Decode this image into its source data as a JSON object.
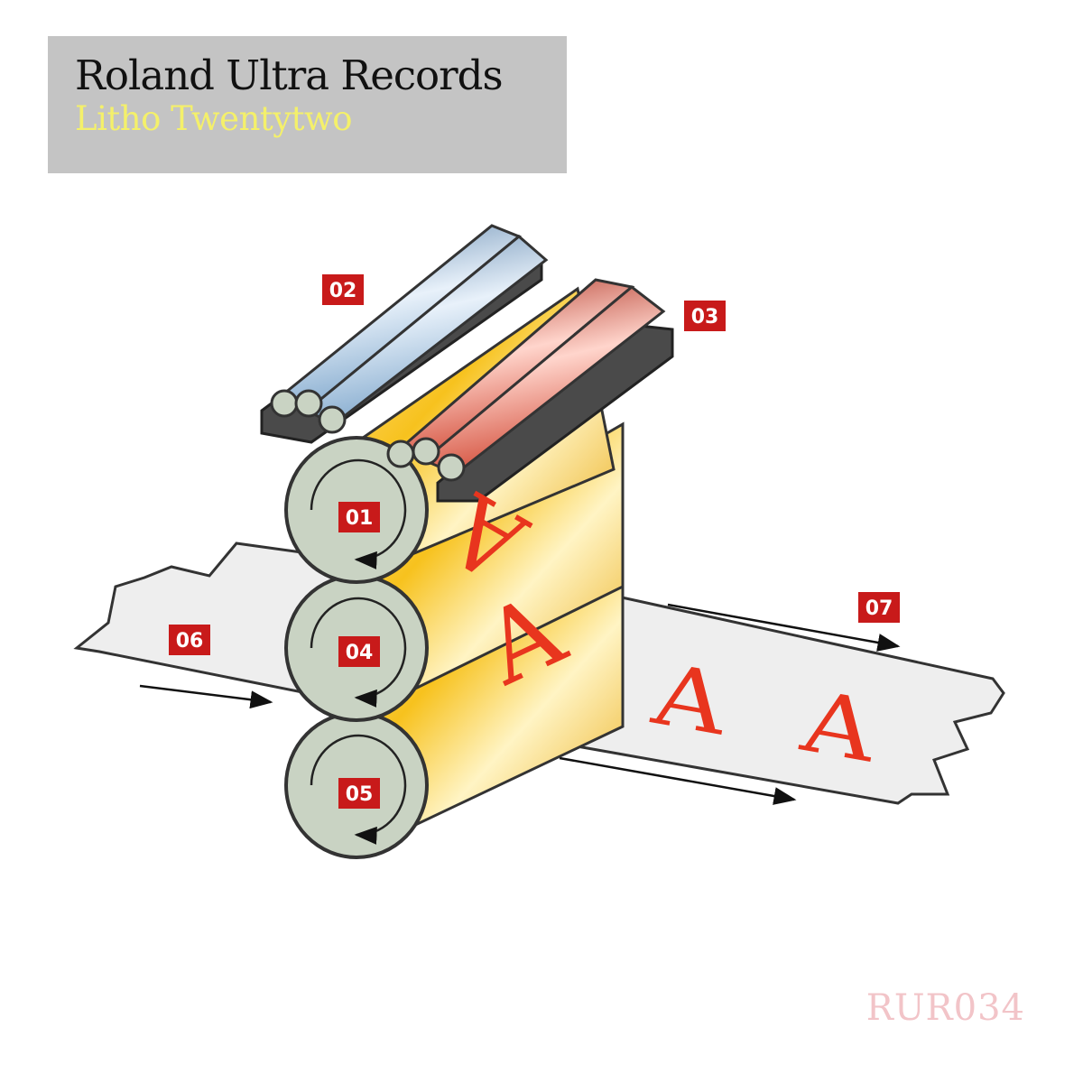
{
  "cover": {
    "artist": "Roland Ultra Records",
    "album": "Litho Twentytwo",
    "catalog_number": "RUR034"
  },
  "diagram": {
    "labels": {
      "cylinder_plate": "01",
      "dampening_rollers": "02",
      "ink_rollers": "03",
      "cylinder_blanket": "04",
      "cylinder_impression": "05",
      "paper_in": "06",
      "paper_out": "07"
    },
    "printed_letter": "A",
    "colors": {
      "cylinder": "#f7c21e",
      "cylinder_end": "#c9d3c3",
      "water_roller": "#a9c9e6",
      "ink_roller": "#e05a48",
      "label_bg": "#c81a1a",
      "letter": "#e8351e",
      "paper": "#eeeeee",
      "title_box": "#c4c4c4",
      "album_text": "#f4f06a",
      "catalog_text": "#f2c4c8"
    }
  }
}
